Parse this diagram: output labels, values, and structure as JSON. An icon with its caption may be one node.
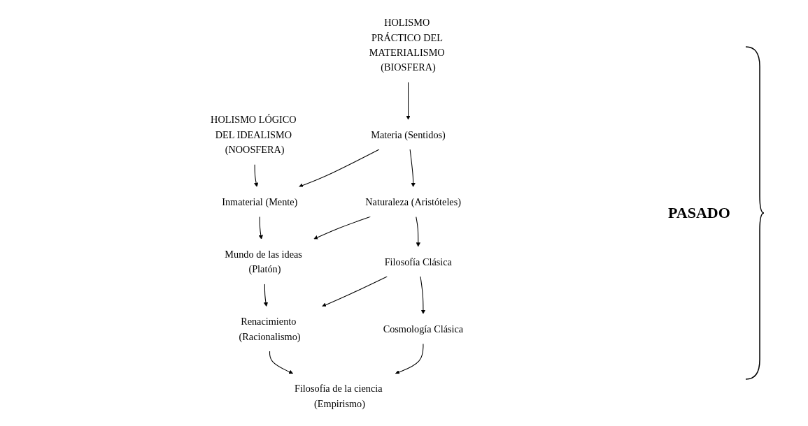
{
  "diagram": {
    "nodes": [
      {
        "text": [
          "HOLISMO PRÁCTICO DEL MATERIALISMO (BIOSFERA)"
        ]
      },
      {
        "text": [
          "HOLISMO LÓGICO DEL IDEALISMO (NOOSFERA)"
        ]
      },
      {
        "text": [
          "Materia (Sentidos)"
        ]
      },
      {
        "text": [
          "Inmaterial (Mente)"
        ]
      },
      {
        "text": [
          "Naturaleza (Aristóteles)"
        ]
      },
      {
        "text": [
          "Mundo de las ideas (Platón)"
        ]
      },
      {
        "text": [
          "Filosofía Clásica"
        ]
      },
      {
        "text": [
          "Renacimiento (Racionalismo)"
        ]
      },
      {
        "text": [
          "Cosmología Clásica"
        ]
      },
      {
        "text": [
          "Filosofía de la ciencia (Empirismo)"
        ]
      }
    ],
    "edges": [
      {
        "from": 0,
        "to": 2,
        "arrow": "to"
      },
      {
        "from": 1,
        "to": 3,
        "arrow": "to"
      },
      {
        "from": 2,
        "to": 3,
        "arrow": "to"
      },
      {
        "from": 2,
        "to": 4,
        "arrow": "to"
      },
      {
        "from": 3,
        "to": 5,
        "arrow": "to"
      },
      {
        "from": 4,
        "to": 5,
        "arrow": "to"
      },
      {
        "from": 4,
        "to": 6,
        "arrow": "to"
      },
      {
        "from": 5,
        "to": 7,
        "arrow": "to"
      },
      {
        "from": 6,
        "to": 7,
        "arrow": "to"
      },
      {
        "from": 6,
        "to": 8,
        "arrow": "to"
      },
      {
        "from": 7,
        "to": 9,
        "arrow": "to"
      },
      {
        "from": 8,
        "to": 9,
        "arrow": "to"
      }
    ],
    "labels": [
      "PASADO"
    ]
  }
}
